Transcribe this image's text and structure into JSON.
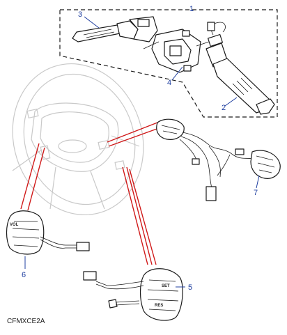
{
  "figure_code": "CFMXCE2A",
  "callouts": [
    {
      "id": "1",
      "label": "1"
    },
    {
      "id": "2",
      "label": "2"
    },
    {
      "id": "3",
      "label": "3"
    },
    {
      "id": "4",
      "label": "4"
    },
    {
      "id": "5",
      "label": "5"
    },
    {
      "id": "6",
      "label": "6"
    },
    {
      "id": "7",
      "label": "7"
    }
  ],
  "switch_labels": {
    "set": "SET",
    "res": "RES",
    "vol": "VOL"
  },
  "colors": {
    "callout": "#1f3fa0",
    "harness_highlight": "#d01818",
    "wheel_outline": "#c9c9c9"
  }
}
